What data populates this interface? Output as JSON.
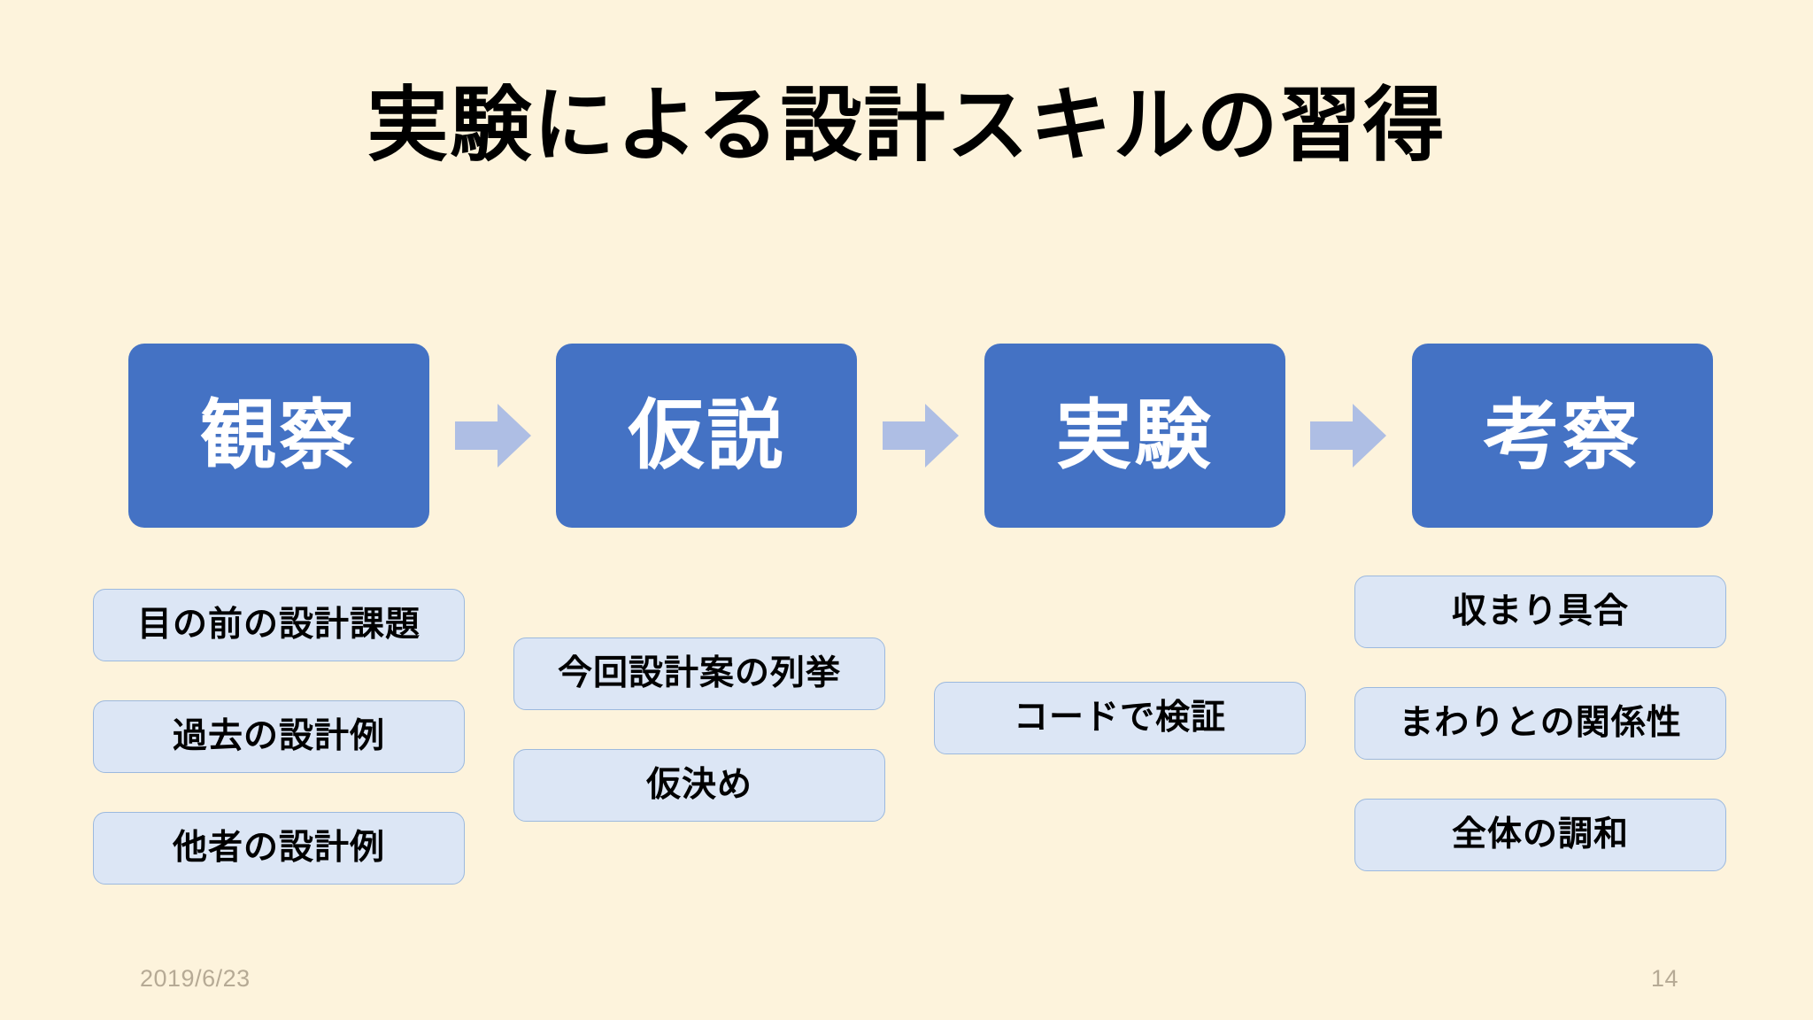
{
  "slide": {
    "background_color": "#fdf3dc",
    "title": "実験による設計スキルの習得"
  },
  "theme": {
    "stage_box_color": "#4472C4",
    "stage_label_color": "#ffffff",
    "arrow_color": "#aebee4",
    "sub_box_fill": "#dce6f5",
    "sub_box_border": "#9cb9de",
    "sub_label_color": "#000000",
    "footer_color": "#b6aa95"
  },
  "flow": {
    "stages": [
      {
        "label": "観察"
      },
      {
        "label": "仮説"
      },
      {
        "label": "実験"
      },
      {
        "label": "考察"
      }
    ],
    "arrow_icon": "arrow-right-icon",
    "arrow_count": 3
  },
  "columns": [
    {
      "stage": "観察",
      "items": [
        {
          "label": "目の前の設計課題"
        },
        {
          "label": "過去の設計例"
        },
        {
          "label": "他者の設計例"
        }
      ]
    },
    {
      "stage": "仮説",
      "items": [
        {
          "label": "今回設計案の列挙"
        },
        {
          "label": "仮決め"
        }
      ]
    },
    {
      "stage": "実験",
      "items": [
        {
          "label": "コードで検証"
        }
      ]
    },
    {
      "stage": "考察",
      "items": [
        {
          "label": "収まり具合"
        },
        {
          "label": "まわりとの関係性"
        },
        {
          "label": "全体の調和"
        }
      ]
    }
  ],
  "footer": {
    "date": "2019/6/23",
    "page_number": "14"
  }
}
